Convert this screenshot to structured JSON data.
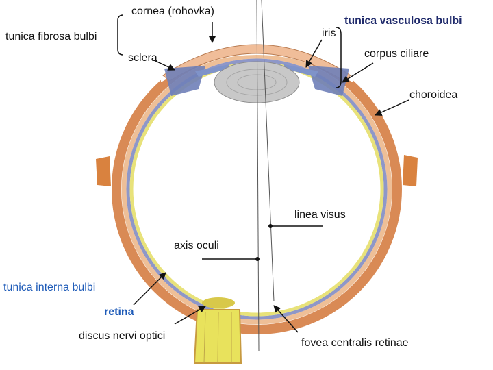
{
  "labels": {
    "cornea": "cornea (rohovka)",
    "tunica_fibrosa": "tunica fibrosa bulbi",
    "sclera": "sclera",
    "iris": "iris",
    "tunica_vasculosa": "tunica vasculosa bulbi",
    "corpus_ciliare": "corpus ciliare",
    "choroidea": "choroidea",
    "linea_visus": "linea visus",
    "axis_oculi": "axis oculi",
    "tunica_interna": "tunica interna bulbi",
    "retina": "retina",
    "discus": "discus nervi optici",
    "fovea": "fovea centralis retinae"
  },
  "colors": {
    "sclera_outer": "#d98a55",
    "sclera_inner": "#e9b489",
    "choroid": "#8e97c8",
    "retina": "#e8e27a",
    "lens": "#c8c8c8",
    "iris": "#7f93c9",
    "nerve": "#e8e25c",
    "tunica_vasculosa_text": "#1f2a6b",
    "tunica_interna_text": "#1e5bb8"
  }
}
